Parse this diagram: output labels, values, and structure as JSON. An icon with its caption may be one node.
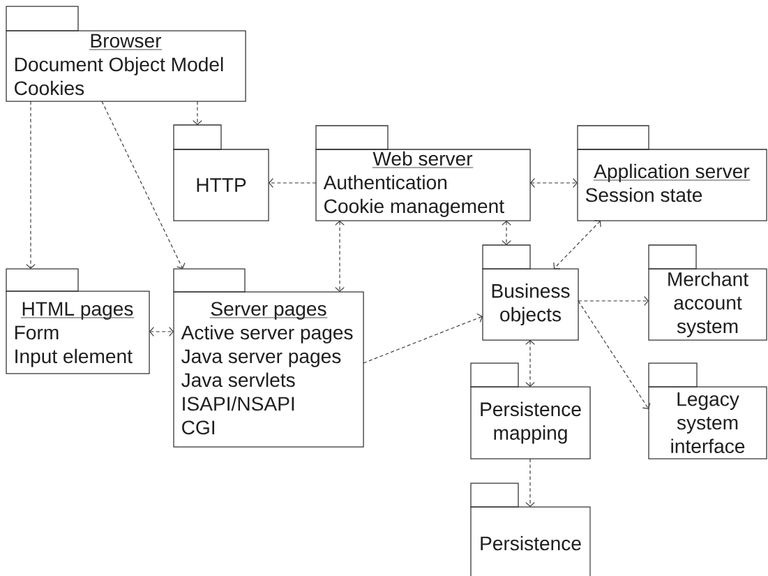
{
  "diagram": {
    "nodes": [
      {
        "text": [
          "Browser",
          "Document Object Model",
          "Cookies"
        ]
      },
      {
        "text": [
          "HTTP"
        ]
      },
      {
        "text": [
          "Web server",
          "Authentication",
          "Cookie management"
        ]
      },
      {
        "text": [
          "Application server",
          "Session state"
        ]
      },
      {
        "text": [
          "HTML pages",
          "Form",
          "Input element"
        ]
      },
      {
        "text": [
          "Server pages",
          "Active server pages",
          "Java server pages",
          "Java servlets",
          "ISAPI/NSAPI",
          "CGI"
        ]
      },
      {
        "text": [
          "Business objects"
        ]
      },
      {
        "text": [
          "Merchant account system"
        ]
      },
      {
        "text": [
          "Persistence mapping"
        ]
      },
      {
        "text": [
          "Legacy system interface"
        ]
      },
      {
        "text": [
          "Persistence"
        ]
      }
    ],
    "edges": [
      {
        "from": 0,
        "to": 4,
        "arrow": "to"
      },
      {
        "from": 0,
        "to": 5,
        "arrow": "to"
      },
      {
        "from": 0,
        "to": 1,
        "arrow": "to"
      },
      {
        "from": 2,
        "to": 1,
        "arrow": "to"
      },
      {
        "from": 2,
        "to": 3,
        "arrow": "both"
      },
      {
        "from": 2,
        "to": 5,
        "arrow": "both"
      },
      {
        "from": 2,
        "to": 6,
        "arrow": "both"
      },
      {
        "from": 3,
        "to": 6,
        "arrow": "both"
      },
      {
        "from": 4,
        "to": 5,
        "arrow": "both"
      },
      {
        "from": 5,
        "to": 6,
        "arrow": "to"
      },
      {
        "from": 6,
        "to": 7,
        "arrow": "to"
      },
      {
        "from": 6,
        "to": 9,
        "arrow": "to"
      },
      {
        "from": 6,
        "to": 8,
        "arrow": "both"
      },
      {
        "from": 8,
        "to": 10,
        "arrow": "to"
      }
    ]
  }
}
